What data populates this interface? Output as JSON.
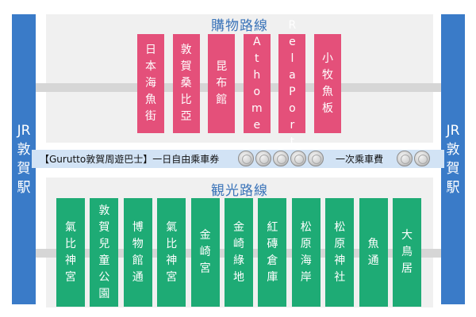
{
  "station": {
    "line1": "JR",
    "line2": "敦",
    "line3": "賀",
    "line4": "駅"
  },
  "shopping_route": {
    "title": "購物路線",
    "stops": [
      [
        "日",
        "本",
        "海",
        "魚",
        "街"
      ],
      [
        "敦",
        "賀",
        "桑",
        "比",
        "亞"
      ],
      [
        "昆",
        "布",
        "館"
      ],
      [
        "A",
        "t",
        "h",
        "o",
        "m",
        "e"
      ],
      [
        "R",
        "e",
        "l",
        "a",
        "P",
        "o",
        "r",
        "t"
      ],
      [
        "小",
        "牧",
        "魚",
        "板"
      ]
    ]
  },
  "fare": {
    "pass_text": "【Gurutto敦賀周遊巴士】一日自由乘車券",
    "single_text": "一次乘車費",
    "pass_coin_count": 5,
    "single_coin_count": 2
  },
  "sightseeing_route": {
    "title": "観光路線",
    "stops": [
      [
        "氣",
        "比",
        "神",
        "宮"
      ],
      [
        "敦",
        "賀",
        "兒",
        "童",
        "公",
        "園"
      ],
      [
        "博",
        "物",
        "館",
        "通"
      ],
      [
        "氣",
        "比",
        "神",
        "宮"
      ],
      [
        "金",
        "崎",
        "宮"
      ],
      [
        "金",
        "崎",
        "綠",
        "地"
      ],
      [
        "紅",
        "磚",
        "倉",
        "庫"
      ],
      [
        "松",
        "原",
        "海",
        "岸"
      ],
      [
        "松",
        "原",
        "神",
        "社"
      ],
      [
        "魚",
        "通"
      ],
      [
        "大",
        "鳥",
        "居"
      ]
    ]
  },
  "colors": {
    "station": "#3a7bc8",
    "shopping_stop": "#e4507a",
    "sightseeing_stop": "#1eab75",
    "route_title": "#3b74b9",
    "fare_band": "#d2e3f5"
  }
}
